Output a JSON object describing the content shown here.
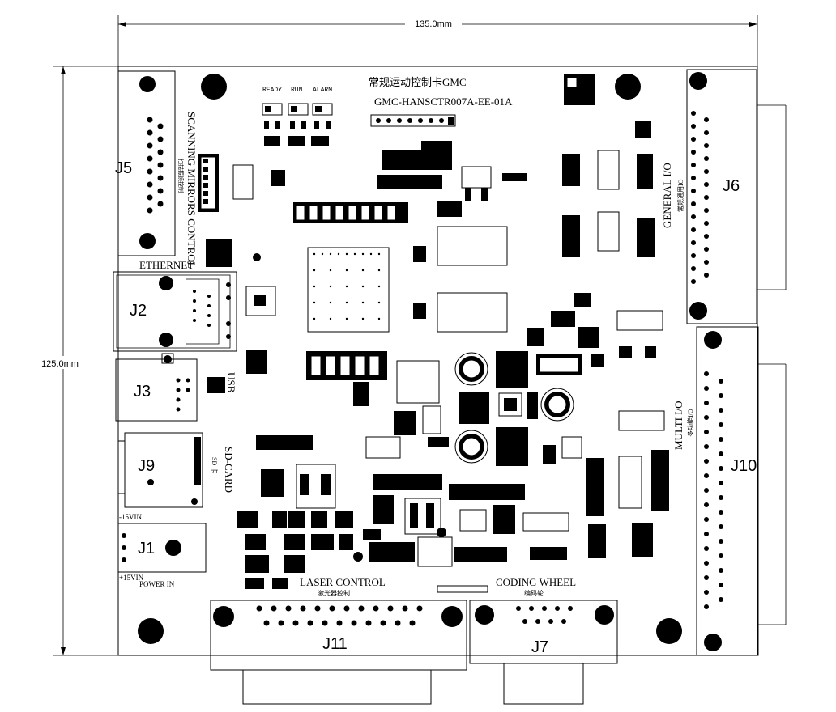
{
  "dimensions": {
    "width": "135.0mm",
    "height": "125.0mm"
  },
  "board": {
    "title_cn": "常规运动控制卡GMC",
    "part_number": "GMC-HANSCTR007A-EE-01A",
    "leds": [
      "READY",
      "RUN",
      "ALARM"
    ]
  },
  "connectors": {
    "j5": "J5",
    "j2": "J2",
    "j3": "J3",
    "j9": "J9",
    "j1": "J1",
    "j11": "J11",
    "j7": "J7",
    "j6": "J6",
    "j10": "J10"
  },
  "labels": {
    "scanning": "SCANNING MIRRORS CONTROL",
    "scanning_cn": "扫描振镜控制",
    "ethernet": "ETHERNET",
    "usb": "USB",
    "sd_card": "SD-CARD",
    "sd_cn": "SD 卡",
    "vin_neg": "-15VIN",
    "vin_pos": "+15VIN",
    "power_in": "POWER IN",
    "laser": "LASER CONTROL",
    "laser_cn": "激光器控制",
    "coding": "CODING WHEEL",
    "coding_cn": "编码轮",
    "general": "GENERAL I/O",
    "general_cn": "常规通用IO",
    "multi": "MULTI I/O",
    "multi_cn": "多功能I/O"
  }
}
